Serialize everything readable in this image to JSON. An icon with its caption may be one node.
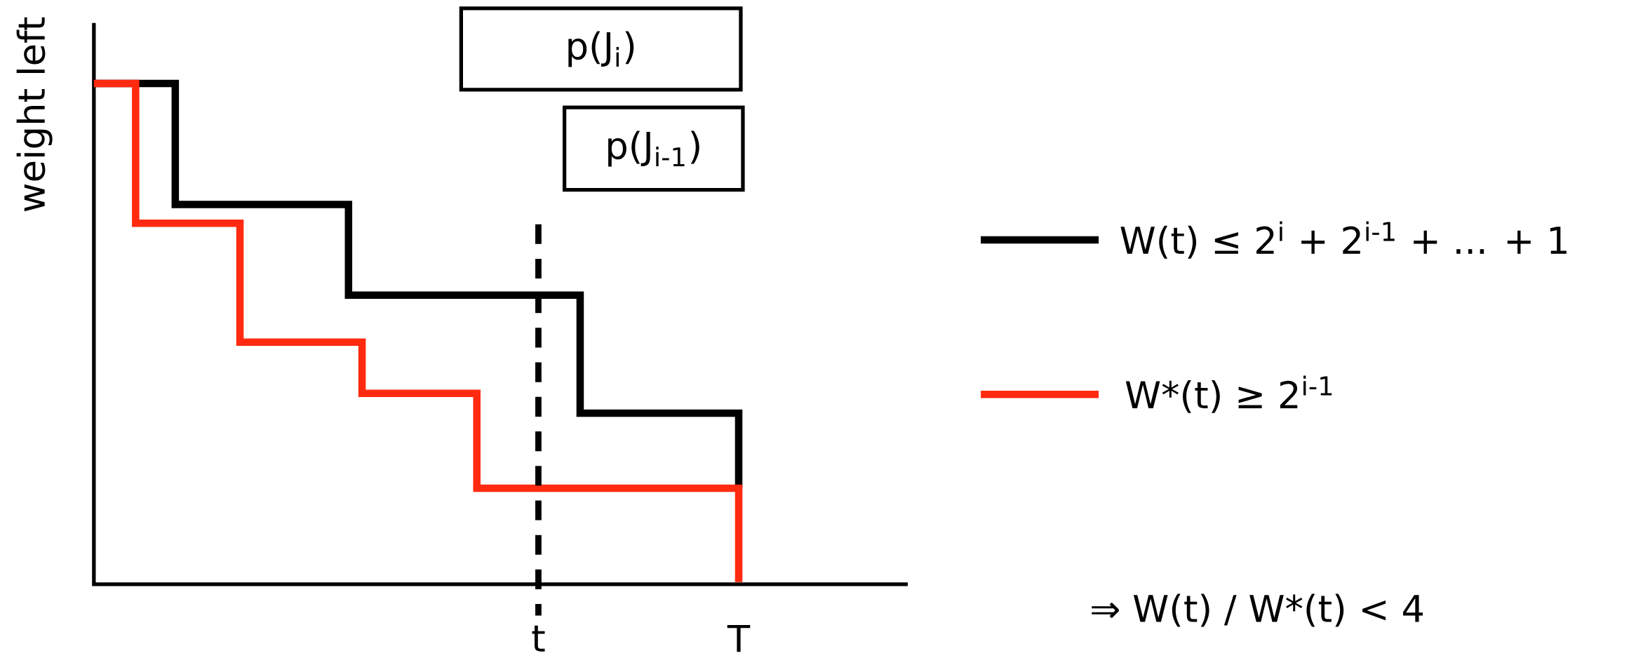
{
  "diagram": {
    "nodes": [
      {
        "text": [
          "p(J$_{i}$)"
        ]
      },
      {
        "text": [
          "p(J$_{i-1}$)"
        ]
      }
    ],
    "edges": [],
    "labels": [
      "weight left",
      "t",
      "T",
      "⇒ W(t) / W*(t) < 4"
    ],
    "legend": [
      {
        "text": "W(t) ≤ 2$^{i}$ + 2$^{i-1}$ + ... + 1"
      },
      {
        "text": "W*(t) ≥ 2$^{i-1}$"
      }
    ]
  }
}
